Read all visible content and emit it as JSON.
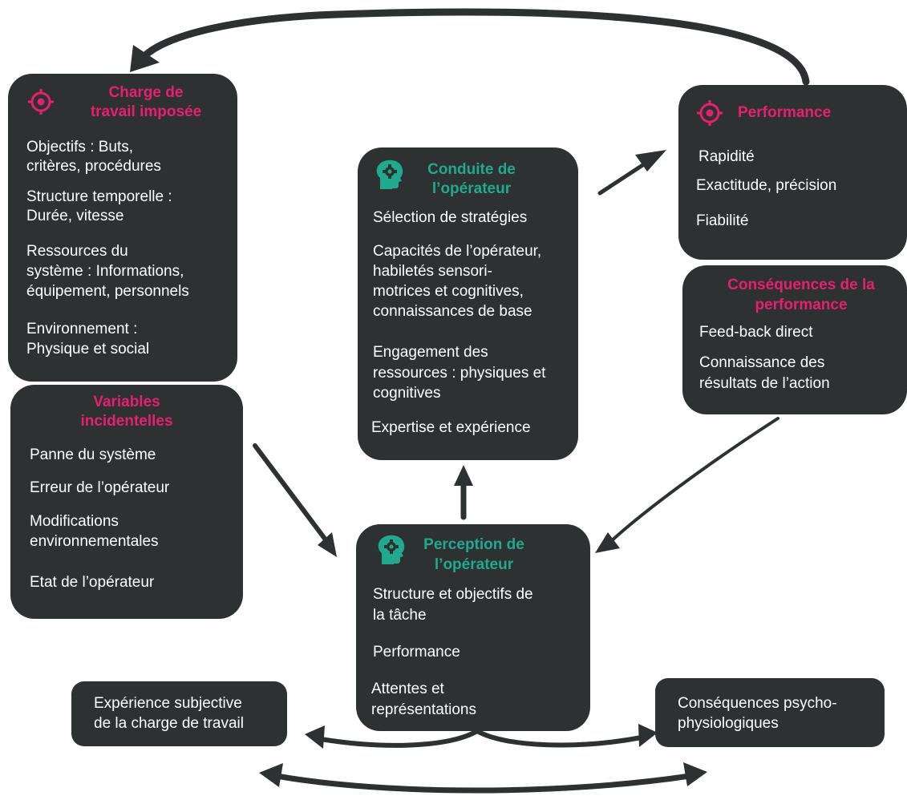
{
  "colors": {
    "box": "#2d3132",
    "pink": "#e5206f",
    "teal": "#20a98d",
    "text": "#ffffff",
    "arrow": "#2d3132"
  },
  "charge": {
    "icon": "target-icon",
    "title1": "Charge de",
    "title2": "travail imposée",
    "items": [
      "Objectifs : Buts,",
      "critères, procédures",
      "Structure temporelle :",
      "Durée, vitesse",
      "Ressources du",
      "système : Informations,",
      "équipement, personnels",
      "Environnement :",
      "Physique et social"
    ]
  },
  "variables": {
    "title1": "Variables",
    "title2": "incidentelles",
    "items": [
      "Panne du système",
      "Erreur de l’opérateur",
      "Modifications",
      "environnementales",
      "Etat de l’opérateur"
    ]
  },
  "conduite": {
    "icon": "head-gear-icon",
    "title1": "Conduite de",
    "title2": "l’opérateur",
    "items": [
      "Sélection de stratégies",
      "Capacités de l’opérateur,",
      "habiletés sensori-",
      "motrices et cognitives,",
      "connaissances de base",
      "Engagement des",
      "ressources : physiques et",
      "cognitives",
      "Expertise et expérience"
    ]
  },
  "performance": {
    "icon": "target-icon",
    "title": "Performance",
    "items": [
      "Rapidité",
      "Exactitude, précision",
      "Fiabilité"
    ]
  },
  "consequences": {
    "title1": "Conséquences de la",
    "title2": "performance",
    "items": [
      "Feed-back direct",
      "Connaissance des",
      "résultats de l’action"
    ]
  },
  "perception": {
    "icon": "head-gear-icon",
    "title1": "Perception de",
    "title2": "l’opérateur",
    "items": [
      "Structure et objectifs de",
      "la tâche",
      "Performance",
      "Attentes et",
      "représentations"
    ]
  },
  "experience": {
    "items": [
      "Expérience subjective",
      "de la charge de travail"
    ]
  },
  "psycho": {
    "items": [
      "Conséquences psycho-",
      "physiologiques"
    ]
  }
}
